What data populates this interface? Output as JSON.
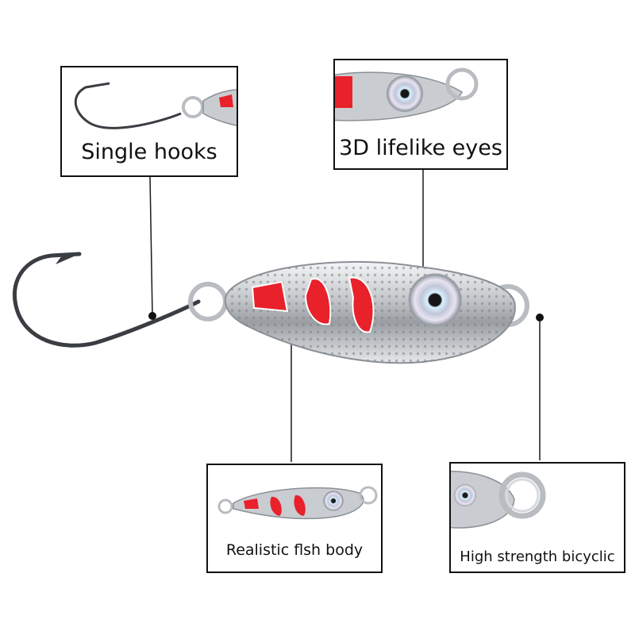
{
  "callouts": {
    "single_hooks": "Single hooks",
    "lifelike_eyes": "3D lifelike eyes",
    "fish_body": "Realistic flsh body",
    "bicyclic_ring": "High strength bicyclic"
  },
  "colors": {
    "accent_red": "#e8212b",
    "silver": "#c9ccd0",
    "hook_dark": "#3a3d42",
    "line": "#1a1a1a"
  }
}
